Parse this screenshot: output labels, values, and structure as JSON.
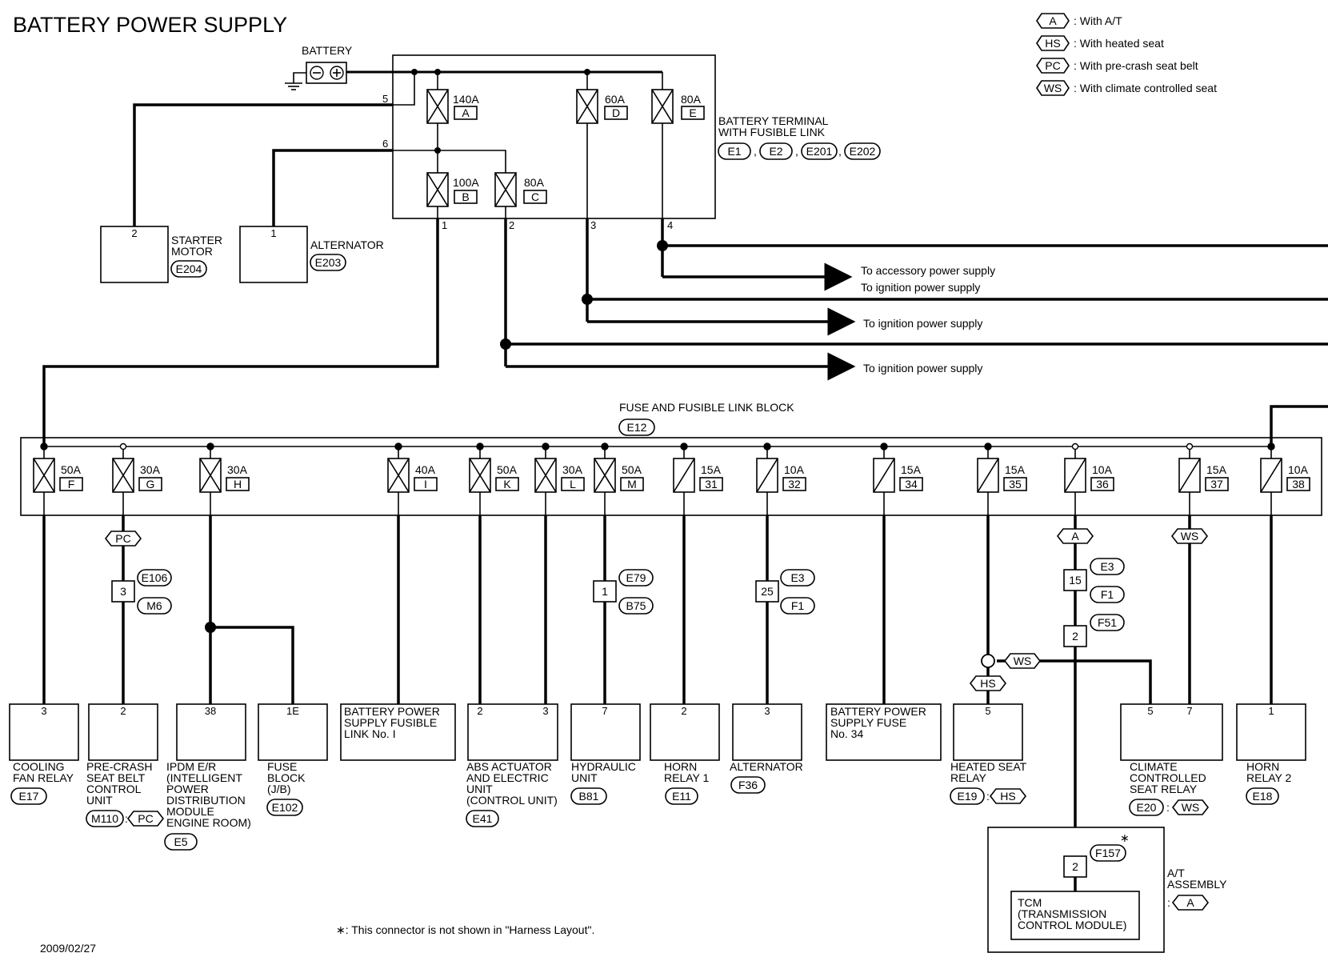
{
  "title": "BATTERY POWER SUPPLY",
  "date": "2009/02/27",
  "footnote": "∗: This connector is not shown in \"Harness Layout\".",
  "legend": [
    {
      "code": "A",
      "text": ": With A/T"
    },
    {
      "code": "HS",
      "text": ": With heated seat"
    },
    {
      "code": "PC",
      "text": ": With pre-crash seat belt"
    },
    {
      "code": "WS",
      "text": ": With climate controlled seat"
    }
  ],
  "battery": {
    "label": "BATTERY"
  },
  "battery_terminal": {
    "label_line1": "BATTERY TERMINAL",
    "label_line2": "WITH FUSIBLE LINK",
    "connectors": [
      "E1",
      "E2",
      "E201",
      "E202"
    ],
    "links": [
      {
        "amp": "140A",
        "letter": "A"
      },
      {
        "amp": "60A",
        "letter": "D"
      },
      {
        "amp": "80A",
        "letter": "E"
      },
      {
        "amp": "100A",
        "letter": "B"
      },
      {
        "amp": "80A",
        "letter": "C"
      }
    ],
    "pins": [
      "5",
      "6",
      "1",
      "2",
      "3",
      "4"
    ]
  },
  "starter": {
    "pin": "2",
    "line1": "STARTER",
    "line2": "MOTOR",
    "conn": "E204"
  },
  "alternator_top": {
    "pin": "1",
    "label": "ALTERNATOR",
    "conn": "E203"
  },
  "arrows": [
    "To accessory power supply",
    "To ignition power supply",
    "To ignition power supply",
    "To ignition power supply"
  ],
  "fuse_block": {
    "label": "FUSE AND FUSIBLE LINK BLOCK",
    "conn": "E12"
  },
  "fuses": [
    {
      "amp": "50A",
      "id": "F"
    },
    {
      "amp": "30A",
      "id": "G"
    },
    {
      "amp": "30A",
      "id": "H"
    },
    {
      "amp": "40A",
      "id": "I"
    },
    {
      "amp": "50A",
      "id": "K"
    },
    {
      "amp": "30A",
      "id": "L"
    },
    {
      "amp": "50A",
      "id": "M"
    },
    {
      "amp": "15A",
      "id": "31"
    },
    {
      "amp": "10A",
      "id": "32"
    },
    {
      "amp": "15A",
      "id": "34"
    },
    {
      "amp": "15A",
      "id": "35"
    },
    {
      "amp": "10A",
      "id": "36"
    },
    {
      "amp": "15A",
      "id": "37"
    },
    {
      "amp": "10A",
      "id": "38"
    }
  ],
  "options": {
    "pc": "PC",
    "a": "A",
    "ws": "WS",
    "hs": "HS"
  },
  "mid_connectors": {
    "pc_pin": "3",
    "pc_c1": "E106",
    "pc_c2": "M6",
    "hyd_pin": "1",
    "hyd_c1": "E79",
    "hyd_c2": "B75",
    "alt_pin": "25",
    "alt_c1": "E3",
    "alt_c2": "F1",
    "tcm_pin1": "15",
    "tcm_c1": "E3",
    "tcm_c2": "F1",
    "tcm_pin2": "2",
    "tcm_c3": "F51"
  },
  "components": {
    "cooling": {
      "pin": "3",
      "lines": [
        "COOLING",
        "FAN RELAY"
      ],
      "conn": "E17"
    },
    "precrash": {
      "pin": "2",
      "lines": [
        "PRE-CRASH",
        "SEAT BELT",
        "CONTROL",
        "UNIT"
      ],
      "conn": "M110",
      "opt": "PC"
    },
    "ipdm": {
      "pin": "38",
      "lines": [
        "IPDM E/R",
        "(INTELLIGENT",
        "POWER",
        "DISTRIBUTION",
        "MODULE",
        "ENGINE ROOM)"
      ],
      "conn": "E5"
    },
    "fuseblk": {
      "pin": "1E",
      "lines": [
        "FUSE",
        "BLOCK",
        "(J/B)"
      ],
      "conn": "E102"
    },
    "bpsfl": {
      "lines": [
        "BATTERY POWER",
        "SUPPLY FUSIBLE",
        "LINK No. I"
      ]
    },
    "abs": {
      "pin1": "2",
      "pin2": "3",
      "lines": [
        "ABS ACTUATOR",
        "AND ELECTRIC",
        "UNIT",
        "(CONTROL UNIT)"
      ],
      "conn": "E41"
    },
    "hydraulic": {
      "pin": "7",
      "lines": [
        "HYDRAULIC",
        "UNIT"
      ],
      "conn": "B81"
    },
    "horn1": {
      "pin": "2",
      "lines": [
        "HORN",
        "RELAY 1"
      ],
      "conn": "E11"
    },
    "alternator": {
      "pin": "3",
      "lines": [
        "ALTERNATOR"
      ],
      "conn": "F36"
    },
    "bpsf34": {
      "lines": [
        "BATTERY POWER",
        "SUPPLY FUSE",
        "No. 34"
      ]
    },
    "heated": {
      "pin": "5",
      "lines": [
        "HEATED SEAT",
        "RELAY"
      ],
      "conn": "E19",
      "opt": "HS"
    },
    "climate": {
      "pin1": "5",
      "pin2": "7",
      "lines": [
        "CLIMATE",
        "CONTROLLED",
        "SEAT RELAY"
      ],
      "conn": "E20",
      "opt": "WS"
    },
    "horn2": {
      "pin": "1",
      "lines": [
        "HORN",
        "RELAY 2"
      ],
      "conn": "E18"
    }
  },
  "at_assembly": {
    "line1": "A/T",
    "line2": "ASSEMBLY",
    "opt": "A",
    "pin": "2",
    "conn": "F157",
    "star": "∗",
    "tcm_lines": [
      "TCM",
      "(TRANSMISSION",
      "CONTROL MODULE)"
    ]
  }
}
